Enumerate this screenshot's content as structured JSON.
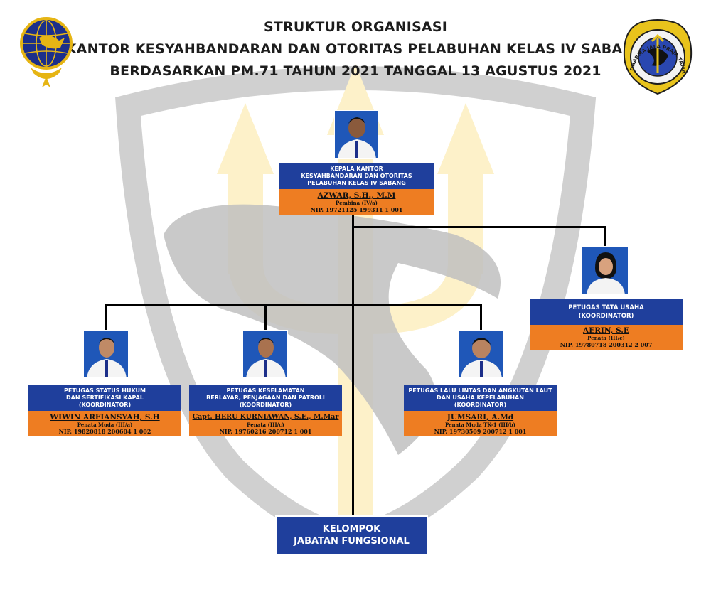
{
  "header": {
    "line1": "STRUKTUR ORGANISASI",
    "line2": "KANTOR KESYAHBANDARAN DAN OTORITAS PELABUHAN KELAS IV SABANG",
    "line3": "BERDASARKAN PM.71 TAHUN 2021 TANGGAL 13 AGUSTUS 2021"
  },
  "logos": {
    "right_ring_text": "DHARMA JALA PRAJA TAMA"
  },
  "head": {
    "title": [
      "KEPALA KANTOR",
      "KESYAHBANDARAN DAN OTORITAS",
      "PELABUHAN KELAS IV SABANG"
    ],
    "name": "AZWAR, S.H., M.M",
    "rank": "Pembina (IV/a)",
    "nip": "NIP. 19721125 199311 1 001"
  },
  "tata_usaha": {
    "title": [
      "PETUGAS TATA USAHA",
      "(KOORDINATOR)"
    ],
    "name": "AERIN, S.E",
    "rank": "Penata (III/c)",
    "nip": "NIP. 19780718 200312 2 007"
  },
  "units": [
    {
      "title": [
        "PETUGAS STATUS HUKUM",
        "DAN SERTIFIKASI KAPAL",
        "(KOORDINATOR)"
      ],
      "name": "WIWIN ARFIANSYAH, S.H",
      "rank": "Penata Muda (III/a)",
      "nip": "NIP. 19820818 200604 1 002"
    },
    {
      "title": [
        "PETUGAS KESELAMATAN",
        "BERLAYAR, PENJAGAAN DAN PATROLI",
        "(KOORDINATOR)"
      ],
      "name": "Capt. HERU KURNIAWAN, S.E., M.Mar",
      "rank": "Penata (III/c)",
      "nip": "NIP. 19760216 200712 1 001"
    },
    {
      "title": [
        "PETUGAS LALU LINTAS DAN ANGKUTAN LAUT",
        "DAN USAHA KEPELABUHAN",
        "(KOORDINATOR)"
      ],
      "name": "JUMSARI, A.Md",
      "rank": "Penata Muda TK-1 (III/b)",
      "nip": "NIP. 19730509 200712 1 001"
    }
  ],
  "fungsional": {
    "line1": "KELOMPOK",
    "line2": "JABATAN FUNGSIONAL"
  },
  "colors": {
    "title_blue": "#1f3f9c",
    "name_orange": "#ee7d22",
    "photo_blue": "#1f57b8",
    "watermark_grey": "#c9c9c9",
    "watermark_yellow": "#fdf1c9"
  }
}
